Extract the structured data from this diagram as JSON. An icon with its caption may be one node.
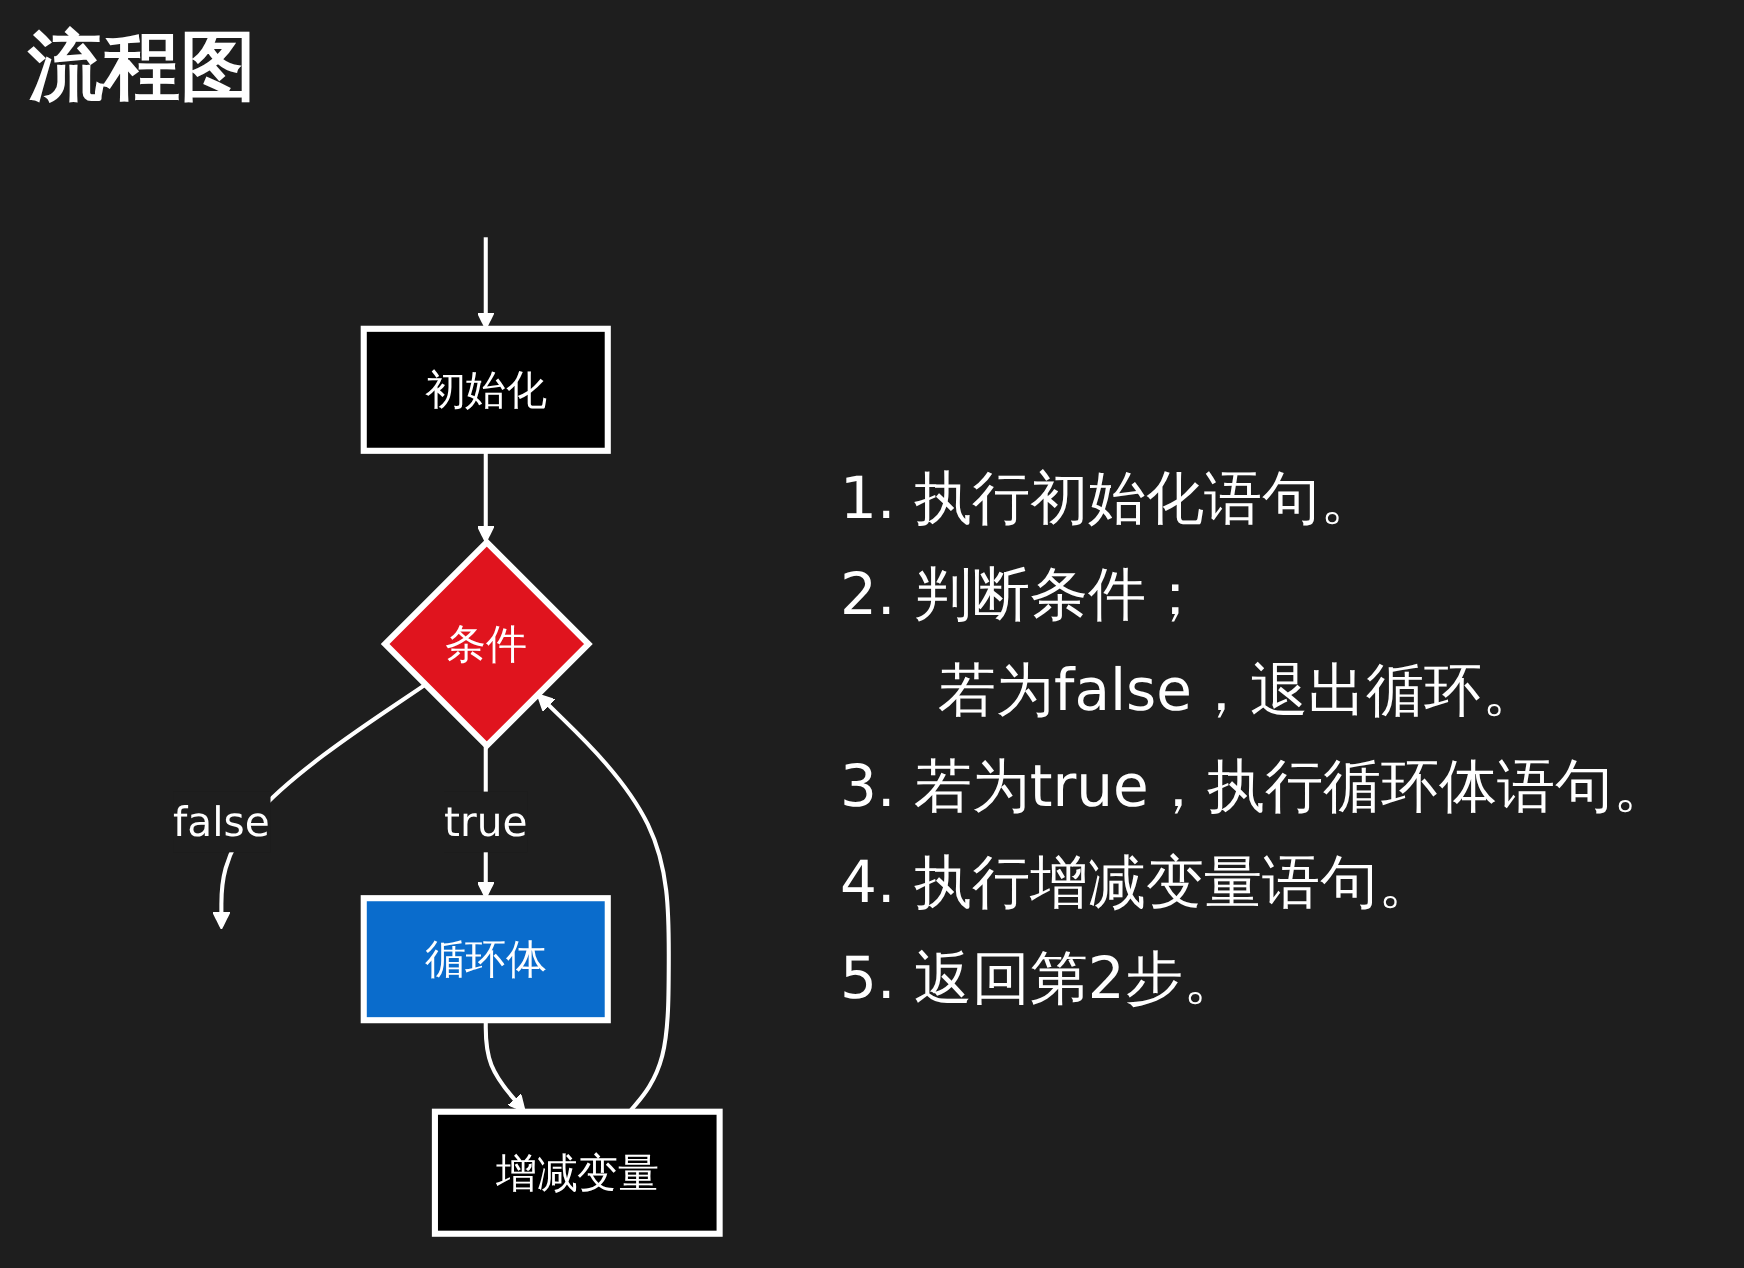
{
  "diagram": {
    "title": "流程图",
    "nodes": [
      {
        "text": [
          "初始化"
        ]
      },
      {
        "text": [
          "条件"
        ]
      },
      {
        "text": [
          "循环体"
        ]
      },
      {
        "text": [
          "增减变量"
        ]
      }
    ],
    "edges": [
      {
        "from": null,
        "to": 0,
        "arrow": "to"
      },
      {
        "from": 0,
        "to": 1,
        "arrow": "to"
      },
      {
        "from": 1,
        "to": 2,
        "label": "true",
        "arrow": "to"
      },
      {
        "from": 2,
        "to": 3,
        "arrow": "to"
      },
      {
        "from": 3,
        "to": 1,
        "arrow": "to"
      },
      {
        "from": 1,
        "to": null,
        "label": "false",
        "arrow": "to"
      }
    ],
    "labels": [
      "1.  执行初始化语句。",
      "2.  判断条件；",
      "若为false，退出循环。",
      "3.  若为true，执行循环体语句。",
      "4.  执行增减变量语句。",
      "5.  返回第2步。"
    ]
  }
}
